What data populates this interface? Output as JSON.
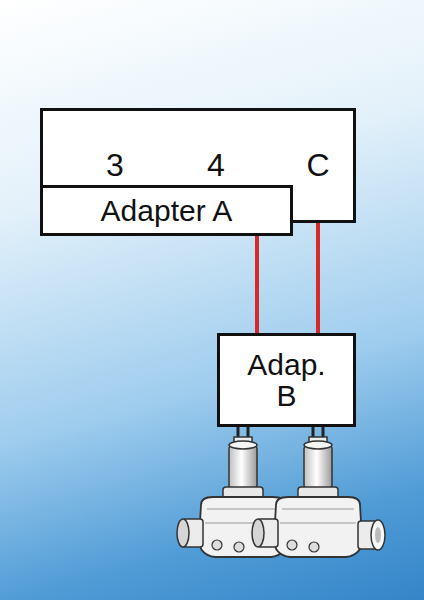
{
  "diagram": {
    "nodes": [
      {
        "text": [
          "3",
          "4",
          "C"
        ]
      },
      {
        "text": [
          "Adapter A"
        ]
      },
      {
        "text": [
          "Adap. B"
        ]
      }
    ],
    "edges": [
      {
        "from": 0,
        "to": 1,
        "arrow": "none"
      },
      {
        "from": 0,
        "to": 1,
        "arrow": "none"
      },
      {
        "from": 1,
        "to": 2,
        "arrow": "none"
      },
      {
        "from": 0,
        "to": 2,
        "arrow": "none"
      }
    ]
  }
}
